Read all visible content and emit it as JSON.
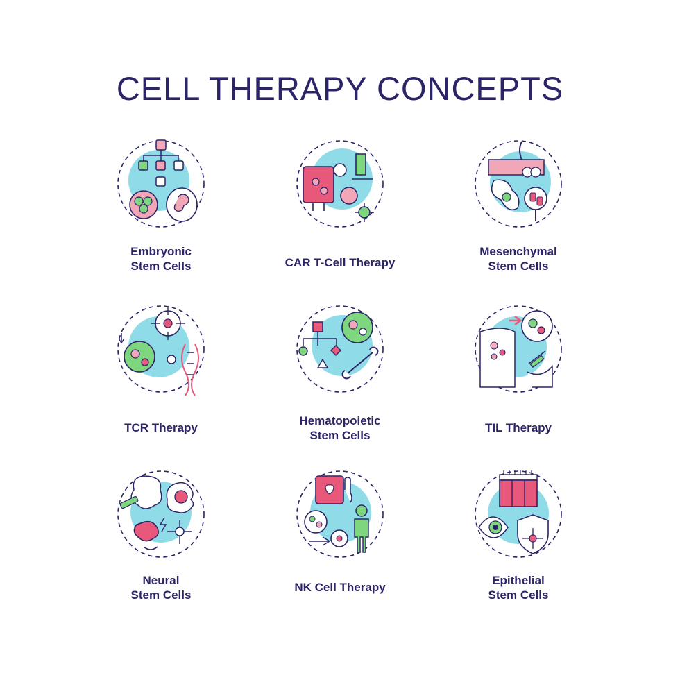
{
  "title": "CELL THERAPY CONCEPTS",
  "colors": {
    "outline": "#2b2466",
    "accent_blue": "#8fdbe8",
    "accent_pink": "#e8587a",
    "accent_green": "#7ed67e"
  },
  "concepts": [
    {
      "line1": "Embryonic",
      "line2": "Stem Cells",
      "icon": "embryo-icon"
    },
    {
      "line1": "CAR  T-Cell Therapy",
      "line2": "",
      "icon": "car-t-cell-icon"
    },
    {
      "line1": "Mesenchymal",
      "line2": "Stem Cells",
      "icon": "mesenchymal-icon"
    },
    {
      "line1": "TCR Therapy",
      "line2": "",
      "icon": "tcr-icon"
    },
    {
      "line1": "Hematopoietic",
      "line2": "Stem Cells",
      "icon": "hematopoietic-icon"
    },
    {
      "line1": "TIL Therapy",
      "line2": "",
      "icon": "til-icon"
    },
    {
      "line1": "Neural",
      "line2": "Stem Cells",
      "icon": "brain-icon"
    },
    {
      "line1": "NK Cell Therapy",
      "line2": "",
      "icon": "nk-cell-icon"
    },
    {
      "line1": "Epithelial",
      "line2": "Stem Cells",
      "icon": "epithelial-icon"
    }
  ]
}
